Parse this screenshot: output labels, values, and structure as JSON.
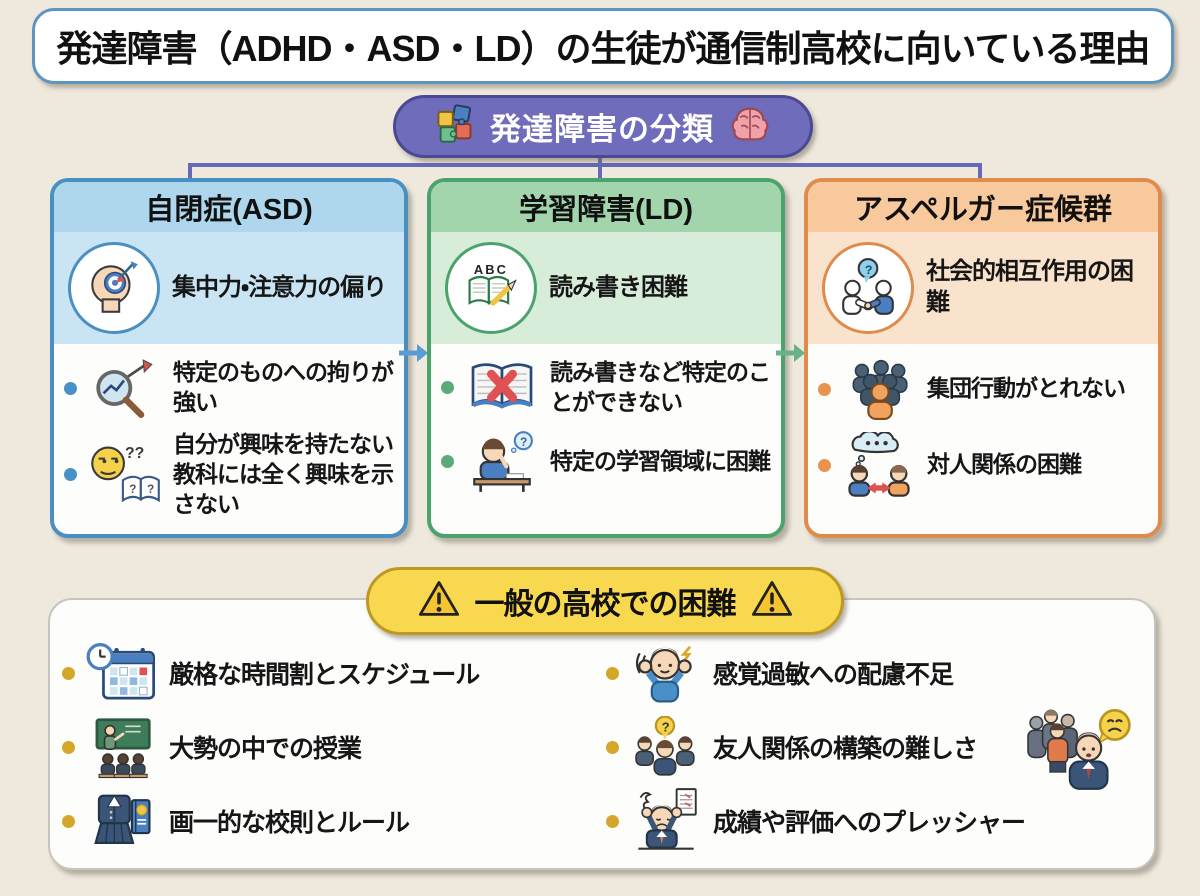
{
  "title": "発達障害（ADHD・ASD・LD）の生徒が通信制高校に向いている理由",
  "classification": {
    "label": "発達障害の分類",
    "left_icon": "puzzle-icon",
    "right_icon": "brain-icon"
  },
  "cards": [
    {
      "title": "自閉症(ASD)",
      "featured": {
        "icon": "focus-head-icon",
        "label": "集中力・注意力の偏り"
      },
      "items": [
        {
          "icon": "magnifier-trend-icon",
          "label": "特定のものへの拘りが強い"
        },
        {
          "icon": "bored-face-book-icon",
          "label": "自分が興味を持たない教科には全く興味を示さない"
        }
      ]
    },
    {
      "title": "学習障害(LD)",
      "featured": {
        "icon": "book-abc-pencil-icon",
        "label": "読み書き困難"
      },
      "items": [
        {
          "icon": "book-x-icon",
          "label": "読み書きなど特定のことができない"
        },
        {
          "icon": "student-desk-icon",
          "label": "特定の学習領域に困難"
        }
      ]
    },
    {
      "title": "アスペルガー症候群",
      "featured": {
        "icon": "handshake-question-icon",
        "label": "社会的相互作用の困難"
      },
      "items": [
        {
          "icon": "crowd-icon",
          "label": "集団行動がとれない"
        },
        {
          "icon": "interpersonal-icon",
          "label": "対人関係の困難"
        }
      ]
    }
  ],
  "difficulties": {
    "title": "一般の高校での困難",
    "left": [
      {
        "icon": "schedule-icon",
        "label": "厳格な時間割とスケジュール"
      },
      {
        "icon": "classroom-icon",
        "label": "大勢の中での授業"
      },
      {
        "icon": "uniform-rulebook-icon",
        "label": "画一的な校則とルール"
      }
    ],
    "right": [
      {
        "icon": "sensory-overload-icon",
        "label": "感覚過敏への配慮不足"
      },
      {
        "icon": "friends-question-icon",
        "label": "友人関係の構築の難しさ",
        "extra_icon": "group-sad-icon"
      },
      {
        "icon": "pressure-icon",
        "label": "成績や評価へのプレッシャー"
      }
    ]
  },
  "icon_glyphs": {
    "abc": "ABC",
    "question": "?",
    "double_question": "??"
  },
  "icons": [
    "puzzle-icon",
    "brain-icon",
    "focus-head-icon",
    "magnifier-trend-icon",
    "bored-face-book-icon",
    "book-abc-pencil-icon",
    "book-x-icon",
    "student-desk-icon",
    "handshake-question-icon",
    "crowd-icon",
    "interpersonal-icon",
    "warning-icon",
    "schedule-icon",
    "classroom-icon",
    "uniform-rulebook-icon",
    "sensory-overload-icon",
    "friends-question-icon",
    "group-sad-icon",
    "pressure-icon",
    "arrow-right-icon"
  ],
  "colors": {
    "background": "#efe9dd",
    "title_border": "#5e95c0",
    "classification_fill": "#6e6cbb",
    "classification_border": "#4a4a93",
    "connector": "#6668b8",
    "card_blue_border": "#4a8fc2",
    "card_blue_header": "#aed7ed",
    "card_blue_featured": "#c9e5f4",
    "card_green_border": "#4ba36c",
    "card_green_header": "#a3d5ad",
    "card_green_featured": "#d7edda",
    "card_orange_border": "#e08b4c",
    "card_orange_header": "#f7c99c",
    "card_orange_featured": "#fae3cd",
    "difficulties_pill_fill": "#f8d84f",
    "difficulties_pill_border": "#bd9922",
    "difficulties_bullet": "#d4a72b",
    "panel_border": "#c6c5bd"
  }
}
